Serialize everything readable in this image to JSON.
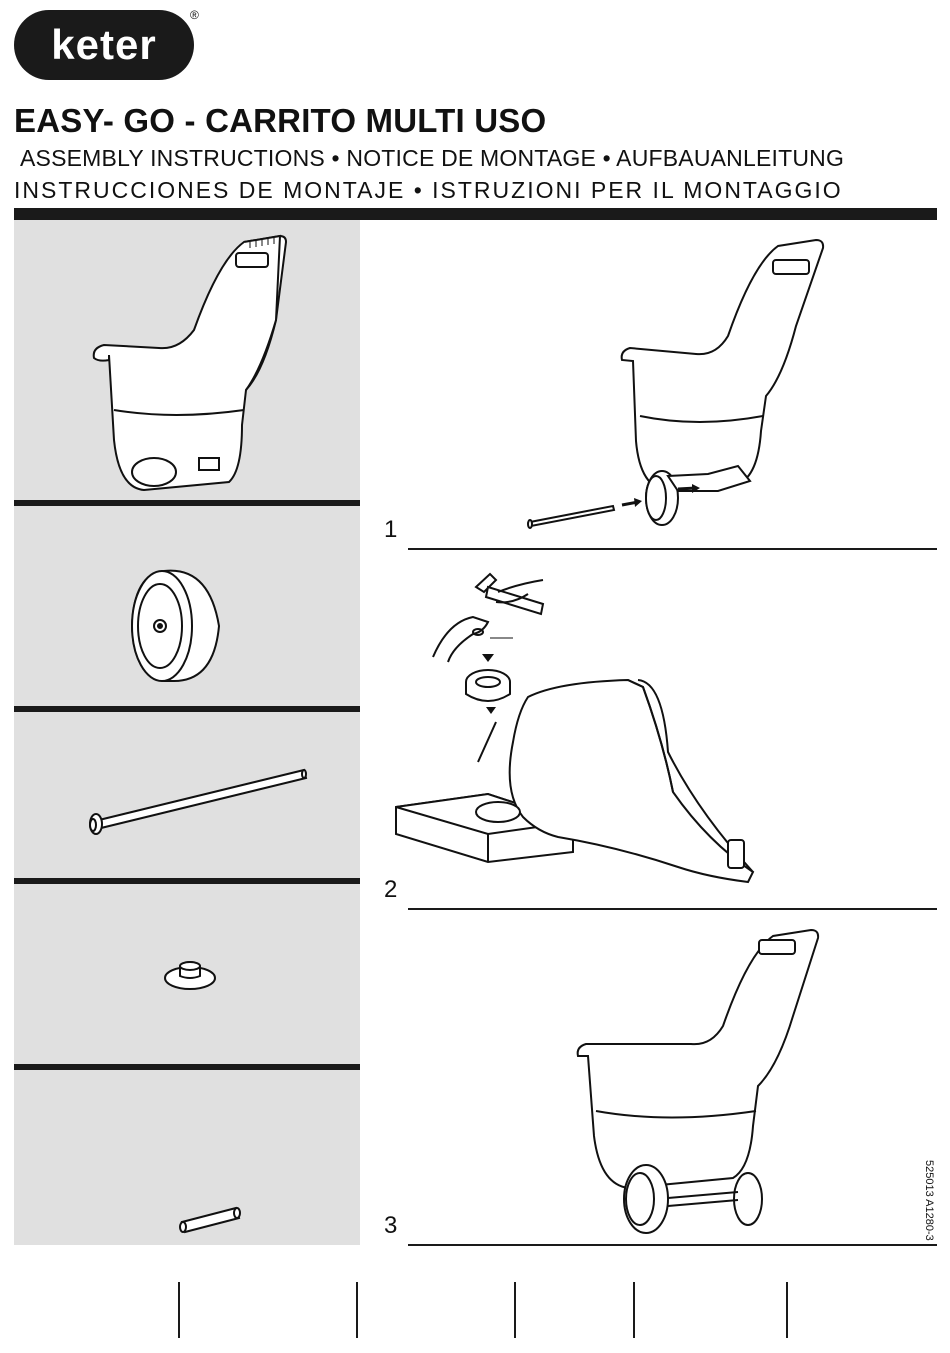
{
  "brand": {
    "logo": "keter",
    "registered": "®"
  },
  "header": {
    "title": "EASY- GO  -  CARRITO MULTI USO",
    "subtitle1": "ASSEMBLY INSTRUCTIONS • NOTICE DE MONTAGE • AUFBAUANLEITUNG",
    "subtitle2": "INSTRUCCIONES DE MONTAJE • ISTRUZIONI PER IL MONTAGGIO"
  },
  "parts": [
    "cart-body",
    "wheel",
    "axle",
    "cap",
    "pin"
  ],
  "steps": [
    {
      "number": "1"
    },
    {
      "number": "2"
    },
    {
      "number": "3"
    }
  ],
  "footer": {
    "code": "525013  A1280-3"
  },
  "colors": {
    "dark": "#1a1a1a",
    "panel": "#e0e0e0"
  }
}
